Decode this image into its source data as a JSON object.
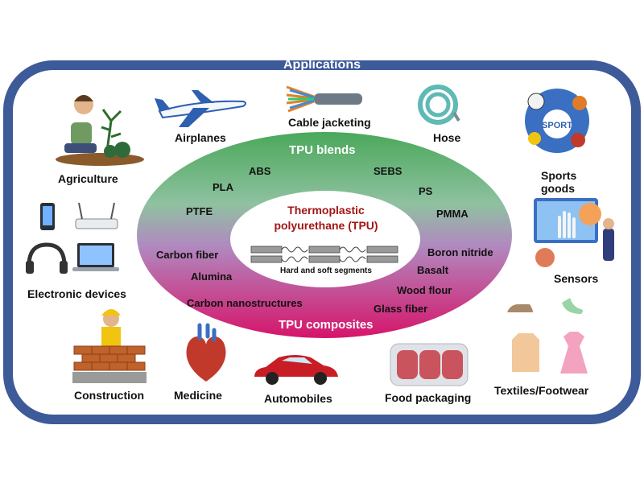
{
  "title": "Applications",
  "center": {
    "line1": "Thermoplastic",
    "line2": "polyurethane (TPU)",
    "caption": "Hard and soft segments"
  },
  "blends": {
    "heading": "TPU blends",
    "items": [
      "ABS",
      "SEBS",
      "PLA",
      "PS",
      "PTFE",
      "PMMA"
    ]
  },
  "composites": {
    "heading": "TPU composites",
    "items": [
      "Carbon fiber",
      "Boron nitride",
      "Alumina",
      "Basalt",
      "Wood flour",
      "Carbon nanostructures",
      "Glass fiber"
    ]
  },
  "applications": [
    "Agriculture",
    "Airplanes",
    "Cable jacketing",
    "Hose",
    "Sports goods",
    "Electronic devices",
    "Sensors",
    "Construction",
    "Medicine",
    "Automobiles",
    "Food packaging",
    "Textiles/Footwear"
  ],
  "sport_text": "SPORT",
  "colors": {
    "frame": "#3d5a99",
    "ellipse_top": "#58b25a",
    "ellipse_mid": "#a57bb5",
    "ellipse_bottom": "#d6166b",
    "center_title": "#a31515"
  }
}
